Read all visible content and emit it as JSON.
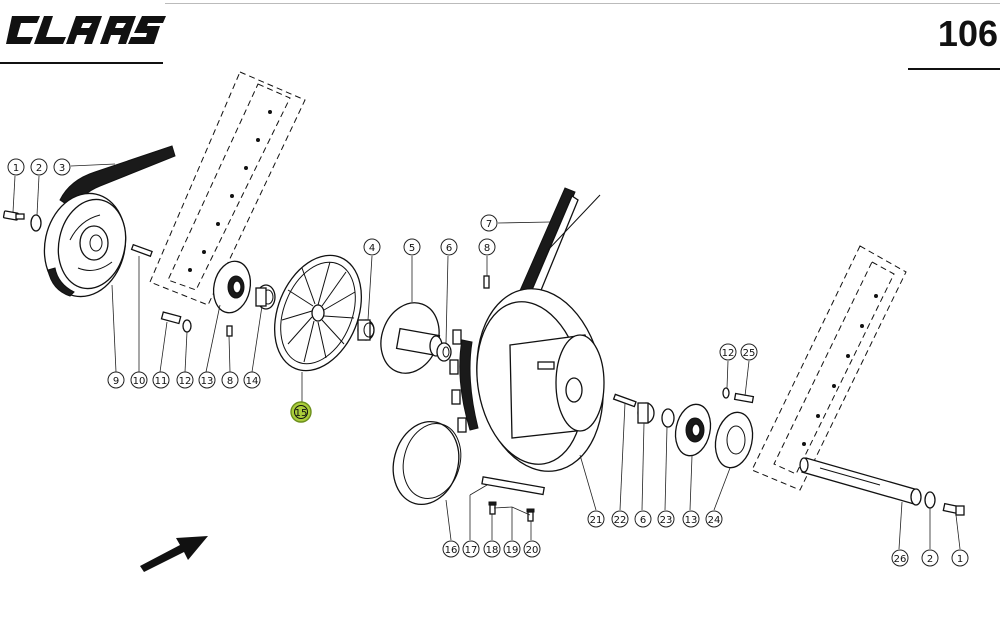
{
  "header": {
    "brand": "CLAAS",
    "page_number": "106"
  },
  "colors": {
    "ink": "#111111",
    "highlight": "#aacd3a",
    "highlight_stroke": "#6c8f1c",
    "paper": "#ffffff"
  },
  "callouts": [
    {
      "label": "1"
    },
    {
      "label": "2"
    },
    {
      "label": "3"
    },
    {
      "label": "9"
    },
    {
      "label": "10"
    },
    {
      "label": "11"
    },
    {
      "label": "12"
    },
    {
      "label": "13"
    },
    {
      "label": "8"
    },
    {
      "label": "14"
    },
    {
      "label": "15",
      "highlighted": true
    },
    {
      "label": "4"
    },
    {
      "label": "5"
    },
    {
      "label": "6"
    },
    {
      "label": "8"
    },
    {
      "label": "7"
    },
    {
      "label": "12"
    },
    {
      "label": "25"
    },
    {
      "label": "16"
    },
    {
      "label": "17"
    },
    {
      "label": "18"
    },
    {
      "label": "19"
    },
    {
      "label": "20"
    },
    {
      "label": "21"
    },
    {
      "label": "22"
    },
    {
      "label": "6"
    },
    {
      "label": "23"
    },
    {
      "label": "13"
    },
    {
      "label": "24"
    },
    {
      "label": "26"
    },
    {
      "label": "2"
    },
    {
      "label": "1"
    }
  ]
}
